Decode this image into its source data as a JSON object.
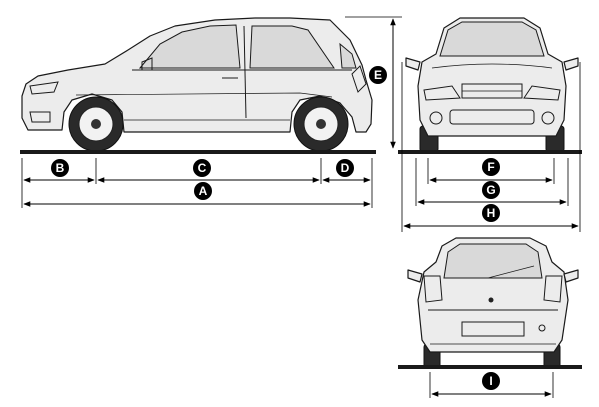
{
  "dimension_labels": {
    "A": "A",
    "B": "B",
    "C": "C",
    "D": "D",
    "E": "E",
    "F": "F",
    "G": "G",
    "H": "H",
    "I": "I"
  },
  "colors": {
    "line": "#1a1a1a",
    "body_fill": "#ececec",
    "badge": "#000000"
  }
}
